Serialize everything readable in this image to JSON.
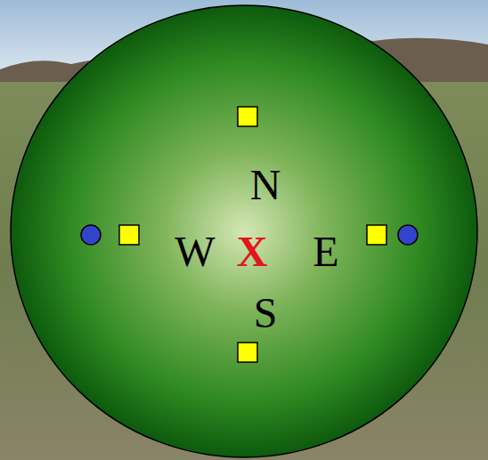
{
  "diagram": {
    "nodes": [
      {
        "text": [
          "N",
          "W",
          "X",
          "E",
          "S"
        ]
      }
    ]
  }
}
